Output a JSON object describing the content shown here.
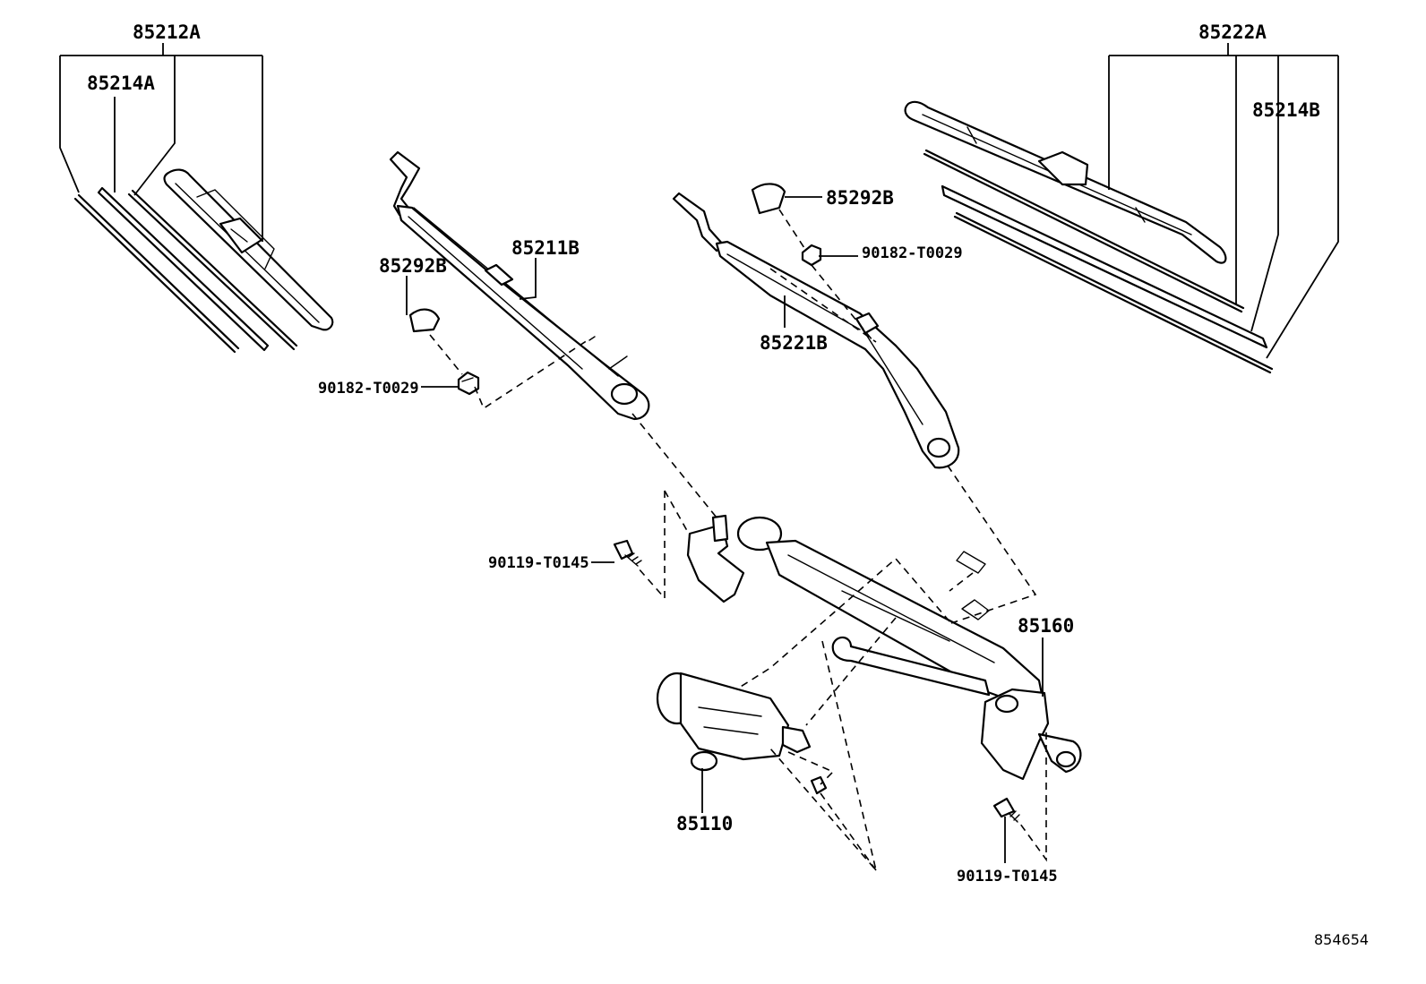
{
  "parts": {
    "blade_front_left": "85212A",
    "refill_left": "85214A",
    "arm_front_right": "85211B",
    "cap_left": "85292B",
    "nut_left": "90182-T0029",
    "cap_right": "85292B",
    "nut_right": "90182-T0029",
    "arm_front_left": "85221B",
    "blade_front_right": "85222A",
    "refill_right": "85214B",
    "bolt_left": "90119-T0145",
    "link_assy": "85160",
    "motor": "85110",
    "bolt_right": "90119-T0145"
  },
  "illustration_id": "854654"
}
